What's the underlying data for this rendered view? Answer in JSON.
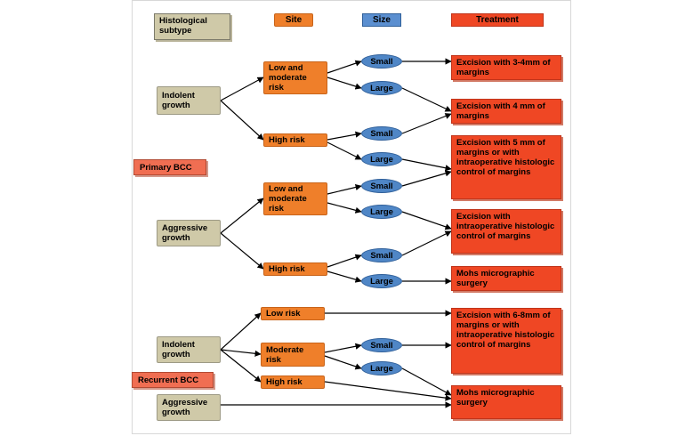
{
  "headers": {
    "histological": "Histological subtype",
    "site": "Site",
    "size": "Size",
    "treatment": "Treatment"
  },
  "categories": {
    "primary": "Primary BCC",
    "recurrent": "Recurrent BCC"
  },
  "subtypes": {
    "indolent_primary": "Indolent growth",
    "aggressive_primary": "Aggressive growth",
    "indolent_recurrent": "Indolent growth",
    "aggressive_recurrent": "Aggressive growth"
  },
  "sites": {
    "p_indolent_low": "Low and moderate risk",
    "p_indolent_high": "High risk",
    "p_aggressive_low": "Low and moderate risk",
    "p_aggressive_high": "High risk",
    "r_low": "Low risk",
    "r_moderate": "Moderate risk",
    "r_high": "High risk"
  },
  "sizes": {
    "s1": "Small",
    "l1": "Large",
    "s2": "Small",
    "l2": "Large",
    "s3": "Small",
    "l3": "Large",
    "s4": "Small",
    "l4": "Large",
    "s5": "Small",
    "l5": "Large"
  },
  "treatments": {
    "t1": "Excision with 3-4mm of margins",
    "t2": "Excision with 4 mm of margins",
    "t3": "Excision with 5 mm of margins or with intraoperative histologic control of margins",
    "t4": "Excision with intraoperative histologic control of margins",
    "t5": "Mohs micrographic surgery",
    "t6": "Excision with 6-8mm of margins or with intraoperative histologic control of margins",
    "t7": "Mohs micrographic surgery"
  },
  "colors": {
    "subtype": "#cfc9a8",
    "site": "#ef7f2a",
    "size": "#4f86c6",
    "treatment": "#ef4724",
    "line": "#000000"
  }
}
